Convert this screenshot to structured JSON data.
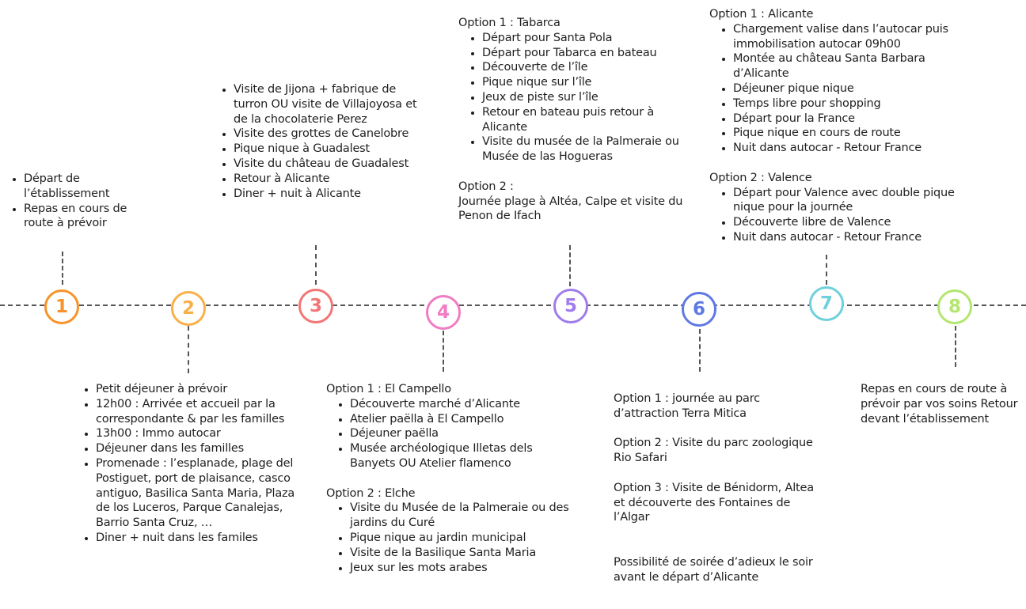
{
  "steps": [
    {
      "number": "1",
      "color": "#F7932A"
    },
    {
      "number": "2",
      "color": "#F9B048"
    },
    {
      "number": "3",
      "color": "#F27676"
    },
    {
      "number": "4",
      "color": "#F07CC3"
    },
    {
      "number": "5",
      "color": "#A07CEB"
    },
    {
      "number": "6",
      "color": "#5F78E4"
    },
    {
      "number": "7",
      "color": "#6ED1DB"
    },
    {
      "number": "8",
      "color": "#B3E66F"
    }
  ],
  "step1": {
    "items": [
      "Départ de l’établissement",
      "Repas en cours de route à prévoir"
    ]
  },
  "step2": {
    "items": [
      "Petit déjeuner à prévoir",
      "12h00 : Arrivée et accueil par la correspondante & par les familles",
      "13h00 : Immo autocar",
      "Déjeuner dans les familles",
      "Promenade : l’esplanade, plage del Postiguet, port de plaisance, casco antiguo, Basilica Santa Maria, Plaza de los Luceros, Parque Canalejas, Barrio Santa Cruz, …",
      "Diner + nuit dans les familes"
    ]
  },
  "step3": {
    "items": [
      "Visite de Jijona + fabrique de turron OU visite de Villajoyosa et de la chocolaterie Perez",
      "Visite des grottes de Canelobre",
      "Pique nique à Guadalest",
      "Visite du château de Guadalest",
      "Retour à Alicante",
      "Diner + nuit à Alicante"
    ]
  },
  "step4": {
    "option1_title": "Option 1 : El Campello",
    "option1_items": [
      "Découverte marché d’Alicante",
      "Atelier paëlla à El Campello",
      "Déjeuner paëlla",
      "Musée archéologique Illetas dels Banyets OU Atelier flamenco"
    ],
    "option2_title": "Option 2 : Elche",
    "option2_items": [
      "Visite du Musée de la Palmeraie ou des jardins du Curé",
      "Pique nique au jardin municipal",
      "Visite de la Basilique Santa Maria",
      "Jeux sur les mots arabes"
    ]
  },
  "step5": {
    "option1_title": "Option 1 : Tabarca",
    "option1_items": [
      "Départ pour Santa Pola",
      "Départ pour Tabarca en bateau",
      "Découverte de l’île",
      "Pique nique sur l’île",
      "Jeux de piste sur l’île",
      "Retour en bateau puis retour à Alicante",
      "Visite du musée de la Palmeraie ou Musée de las Hogueras"
    ],
    "option2_title": "Option 2 :",
    "option2_text": "Journée plage à Altéa, Calpe et visite du Penon de Ifach"
  },
  "step6": {
    "option1": "Option 1 : journée au parc d’attraction Terra Mitica",
    "option2": "Option 2 : Visite du parc zoologique Rio Safari",
    "option3": "Option 3 : Visite de Bénidorm, Altea et découverte des Fontaines de l’Algar",
    "note": "Possibilité de soirée d’adieux le soir avant le départ d’Alicante"
  },
  "step7": {
    "option1_title": "Option 1 : Alicante",
    "option1_items": [
      "Chargement valise dans l’autocar puis immobilisation autocar 09h00",
      "Montée au château Santa Barbara d’Alicante",
      "Déjeuner pique nique",
      "Temps libre pour shopping",
      "Départ pour la France",
      "Pique nique en cours de route",
      "Nuit dans autocar - Retour France"
    ],
    "option2_title": "Option 2 : Valence",
    "option2_items": [
      "Départ pour Valence avec double pique nique pour la journée",
      "Découverte libre de Valence",
      "Nuit dans autocar - Retour France"
    ]
  },
  "step8": {
    "text": "Repas en cours de route à prévoir par vos soins Retour devant l’établissement"
  }
}
